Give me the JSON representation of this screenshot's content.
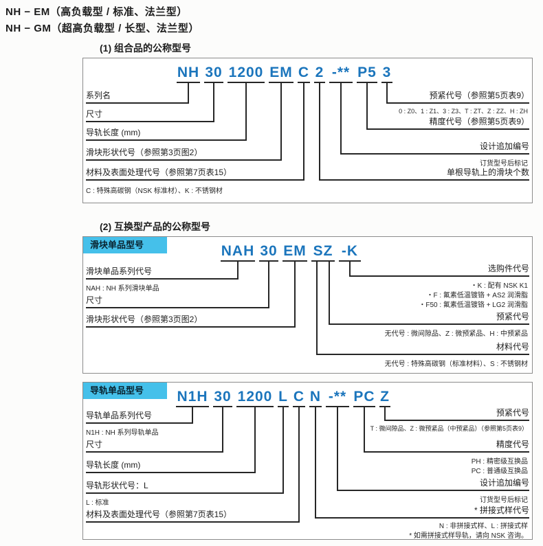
{
  "colors": {
    "code_blue": "#1b75bc",
    "bar_cyan": "#45c0ea",
    "line_black": "#262626"
  },
  "header": {
    "line1": "NH − EM（高负载型 / 标准、法兰型）",
    "line2": "NH − GM（超高负载型 / 长型、法兰型）"
  },
  "section1": {
    "title": "(1) 组合品的公称型号",
    "code": [
      "NH",
      "30",
      "1200",
      "EM",
      "C",
      "2",
      "-**",
      "P5",
      "3"
    ],
    "left": [
      "系列名",
      "尺寸",
      "导轨长度 (mm)",
      "滑块形状代号（参照第3页图2）",
      "材料及表面处理代号（参照第7页表15）"
    ],
    "left_note": "C : 特殊高碳钢（NSK 标准材）、K : 不锈钢材",
    "right": [
      "预紧代号（参照第5页表9）",
      "精度代号（参照第5页表9）",
      "设计追加编号",
      "单根导轨上的滑块个数"
    ],
    "right_notes": {
      "preload": "0 : Z0、1 : Z1、3 : Z3、T : ZT、Z : ZZ、H : ZH",
      "design": "订货型号后标记"
    }
  },
  "section2": {
    "title": "(2) 互换型产品的公称型号",
    "bar": "滑块单品型号",
    "code": [
      "NAH",
      "30",
      "EM",
      "SZ",
      "-K"
    ],
    "left": [
      "滑块单品系列代号",
      "尺寸",
      "滑块形状代号（参照第3页图2）"
    ],
    "left_note": "NAH : NH 系列滑块单品",
    "right": [
      "选购件代号",
      "预紧代号",
      "材料代号"
    ],
    "right_notes": {
      "option1": "・K : 配有 NSK K1",
      "option2": "・F : 氟素低温镀铬 + AS2 润滑脂",
      "option3": "・F50 : 氟素低温镀铬 + LG2 润滑脂",
      "preload": "无代号 : 微间隙品、Z : 微预紧品、H : 中预紧品",
      "material": "无代号 : 特殊高碳钢（标准材料）、S : 不锈钢材"
    }
  },
  "section3": {
    "bar": "导轨单品型号",
    "code": [
      "N1H",
      "30",
      "1200",
      "L",
      "C",
      "N",
      "-**",
      "PC",
      "Z"
    ],
    "left": [
      "导轨单品系列代号",
      "尺寸",
      "导轨长度 (mm)",
      "导轨形状代号：L",
      "材料及表面处理代号（参照第7页表15）"
    ],
    "left_notes": {
      "series": "N1H : NH 系列导轨单品",
      "shape": "L : 标准"
    },
    "right": [
      "预紧代号",
      "精度代号",
      "设计追加编号",
      "* 拼接式样代号"
    ],
    "right_notes": {
      "preload": "T : 微间隙品、Z : 微预紧品（中预紧品）（参照第5页表9）",
      "precision1": "PH : 精密级互换品",
      "precision2": "PC : 普通级互换品",
      "design": "订货型号后标记",
      "joint": "N : 非拼接式样、L : 拼接式样"
    },
    "footer_note": "* 如需拼接式样导轨，请向 NSK 咨询。"
  }
}
